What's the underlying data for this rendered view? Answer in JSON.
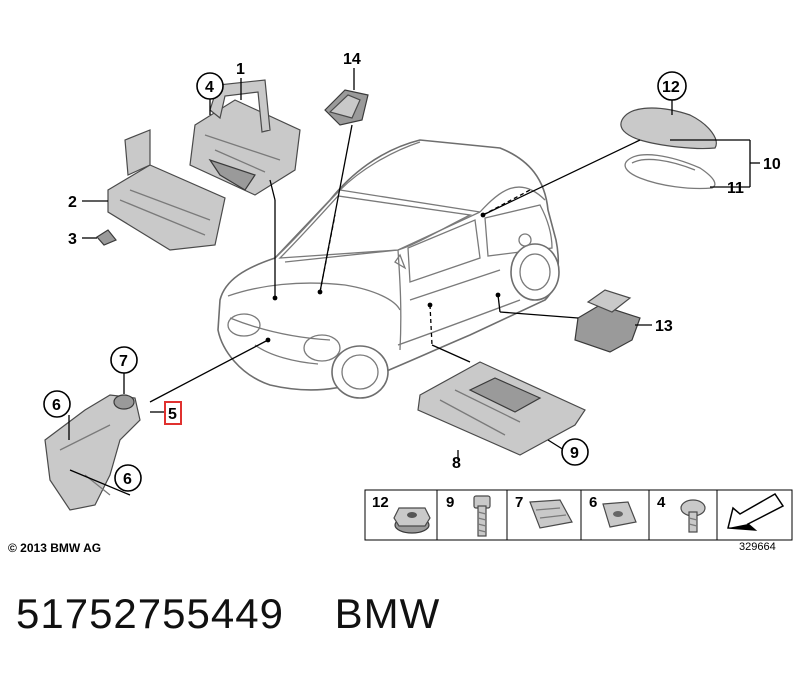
{
  "callouts": {
    "c1": "1",
    "c2": "2",
    "c3": "3",
    "c4": "4",
    "c5": "5",
    "c6a": "6",
    "c6b": "6",
    "c7": "7",
    "c8": "8",
    "c9": "9",
    "c10": "10",
    "c11": "11",
    "c12": "12",
    "c13": "13",
    "c14": "14"
  },
  "legend": {
    "items": [
      "12",
      "9",
      "7",
      "6",
      "4"
    ],
    "cell_icons": [
      "hex-flange-nut-icon",
      "bolt-icon",
      "clip-nut-icon",
      "clip-nut-icon",
      "screw-icon",
      "arrow-icon"
    ]
  },
  "highlight_color": "#e0312f",
  "copyright": "© 2013 BMW AG",
  "diagram_number": "329664",
  "part_number": "51752755449",
  "brand": "BMW"
}
